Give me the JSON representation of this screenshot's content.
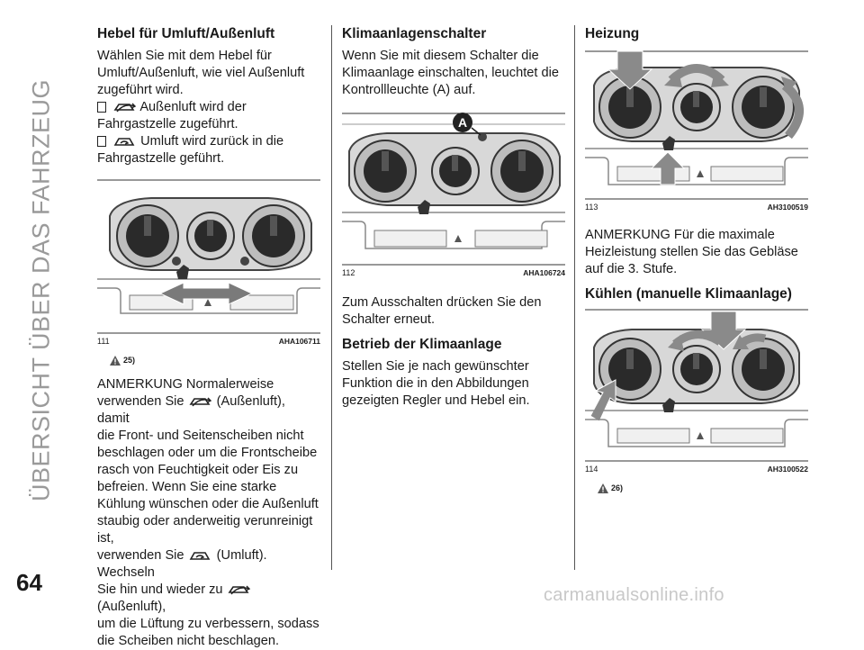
{
  "side_title": "ÜBERSICHT ÜBER DAS FAHRZEUG",
  "page_number": "64",
  "watermark": "carmanualsonline.info",
  "col1": {
    "heading": "Hebel für Umluft/Außenluft",
    "intro": "Wählen Sie mit dem Hebel für Umluft/Außenluft, wie viel Außenluft zugeführt wird.",
    "item1_a": "Außenluft wird der",
    "item1_b": "Fahrgastzelle zugeführt.",
    "item2_a": "Umluft wird zurück in die",
    "item2_b": "Fahrgastzelle geführt.",
    "fig_num": "111",
    "fig_code": "AHA106711",
    "footnote": "25)",
    "note_l1": "ANMERKUNG Normalerweise",
    "note_l2a": "verwenden Sie",
    "note_l2b": "(Außenluft), damit",
    "note_rest1": "die Front- und Seitenscheiben nicht beschlagen oder um die Frontscheibe rasch von Feuchtigkeit oder Eis zu befreien. Wenn Sie eine starke Kühlung wünschen oder die Außenluft staubig oder anderweitig verunreinigt ist,",
    "note_l3a": "verwenden Sie",
    "note_l3b": "(Umluft). Wechseln",
    "note_l4a": "Sie hin und wieder zu",
    "note_l4b": "(Außenluft),",
    "note_rest2": "um die Lüftung zu verbessern, sodass die Scheiben nicht beschlagen."
  },
  "col2": {
    "heading": "Klimaanlagenschalter",
    "intro": "Wenn Sie mit diesem Schalter die Klimaanlage einschalten, leuchtet die Kontrollleuchte (A) auf.",
    "label_a": "A",
    "fig_num": "112",
    "fig_code": "AHA106724",
    "after": "Zum Ausschalten drücken Sie den Schalter erneut.",
    "heading2": "Betrieb der Klimaanlage",
    "body2": "Stellen Sie je nach gewünschter Funktion die in den Abbildungen gezeigten Regler und Hebel ein."
  },
  "col3": {
    "heading": "Heizung",
    "fig1_num": "113",
    "fig1_code": "AH3100519",
    "note": "ANMERKUNG Für die maximale Heizleistung stellen Sie das Gebläse auf die 3. Stufe.",
    "heading2": "Kühlen (manuelle Klimaanlage)",
    "fig2_num": "114",
    "fig2_code": "AH3100522",
    "footnote": "26)"
  }
}
